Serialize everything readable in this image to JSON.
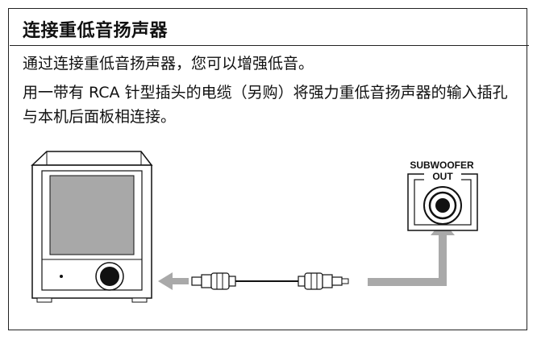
{
  "title": "连接重低音扬声器",
  "paragraphs": [
    "通过连接重低音扬声器，您可以增强低音。",
    "用一带有 RCA 针型插头的电缆（另购）将强力重低音扬声器的输入插孔与本机后面板相连接。"
  ],
  "jack_label_line1": "SUBWOOFER",
  "jack_label_line2": "OUT",
  "colors": {
    "arrow": "#a9a9a9",
    "speaker_grille": "#a8a8a8",
    "outline": "#111111"
  }
}
